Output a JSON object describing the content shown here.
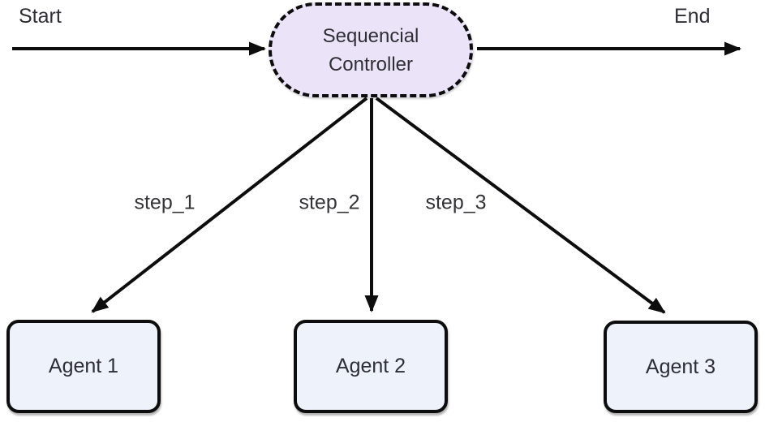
{
  "diagram": {
    "start_label": "Start",
    "end_label": "End",
    "controller": {
      "line1": "Sequencial",
      "line2": "Controller"
    },
    "steps": [
      "step_1",
      "step_2",
      "step_3"
    ],
    "agents": [
      "Agent 1",
      "Agent 2",
      "Agent 3"
    ],
    "colors": {
      "controller_fill": "#ebe3f8",
      "agent_fill": "#edf2fb",
      "stroke": "#0d0d0d",
      "text": "#2e2e35"
    }
  }
}
